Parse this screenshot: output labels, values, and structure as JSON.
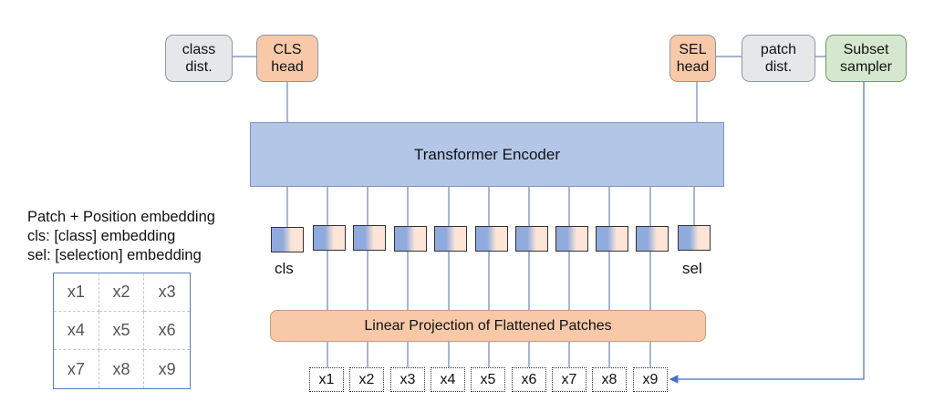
{
  "heads": {
    "class_dist": "class\ndist.",
    "cls_head": "CLS\nhead",
    "sel_head": "SEL\nhead",
    "patch_dist": "patch\ndist.",
    "subset_sampler": "Subset\nsampler"
  },
  "encoder_label": "Transformer Encoder",
  "linear_projection_label": "Linear Projection of Flattened Patches",
  "token_labels": {
    "cls": "cls",
    "sel": "sel"
  },
  "legend": [
    "Patch + Position embedding",
    "cls: [class] embedding",
    "sel: [selection] embedding"
  ],
  "image_grid": [
    "x1",
    "x2",
    "x3",
    "x4",
    "x5",
    "x6",
    "x7",
    "x8",
    "x9"
  ],
  "patches": [
    "x1",
    "x2",
    "x3",
    "x4",
    "x5",
    "x6",
    "x7",
    "x8",
    "x9"
  ],
  "colors": {
    "encoder": "#b3c6e7",
    "head": "#f8c9a8",
    "dist": "#e6e7e9",
    "sampler": "#d5e8cf",
    "embedding_blue": "#8faadc",
    "embedding_peach": "#fce4d6",
    "arrow": "#4472c4"
  }
}
